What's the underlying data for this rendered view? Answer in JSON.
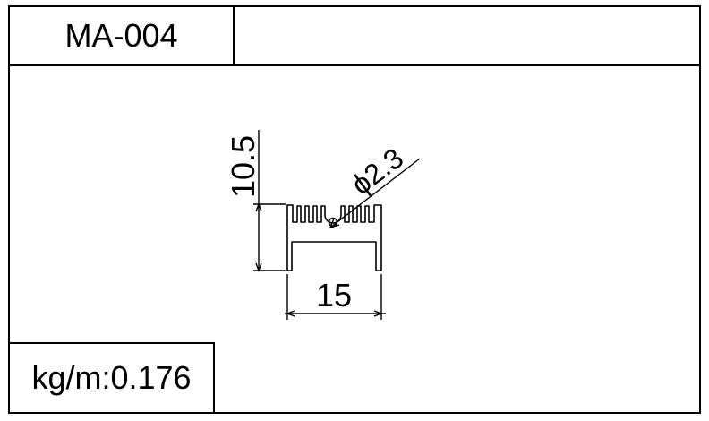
{
  "title_block": {
    "part_number": "MA-004",
    "weight_label": "kg/m:0.176"
  },
  "dimensions": {
    "height": "10.5",
    "width": "15",
    "hole_diameter": "ϕ2.3"
  }
}
